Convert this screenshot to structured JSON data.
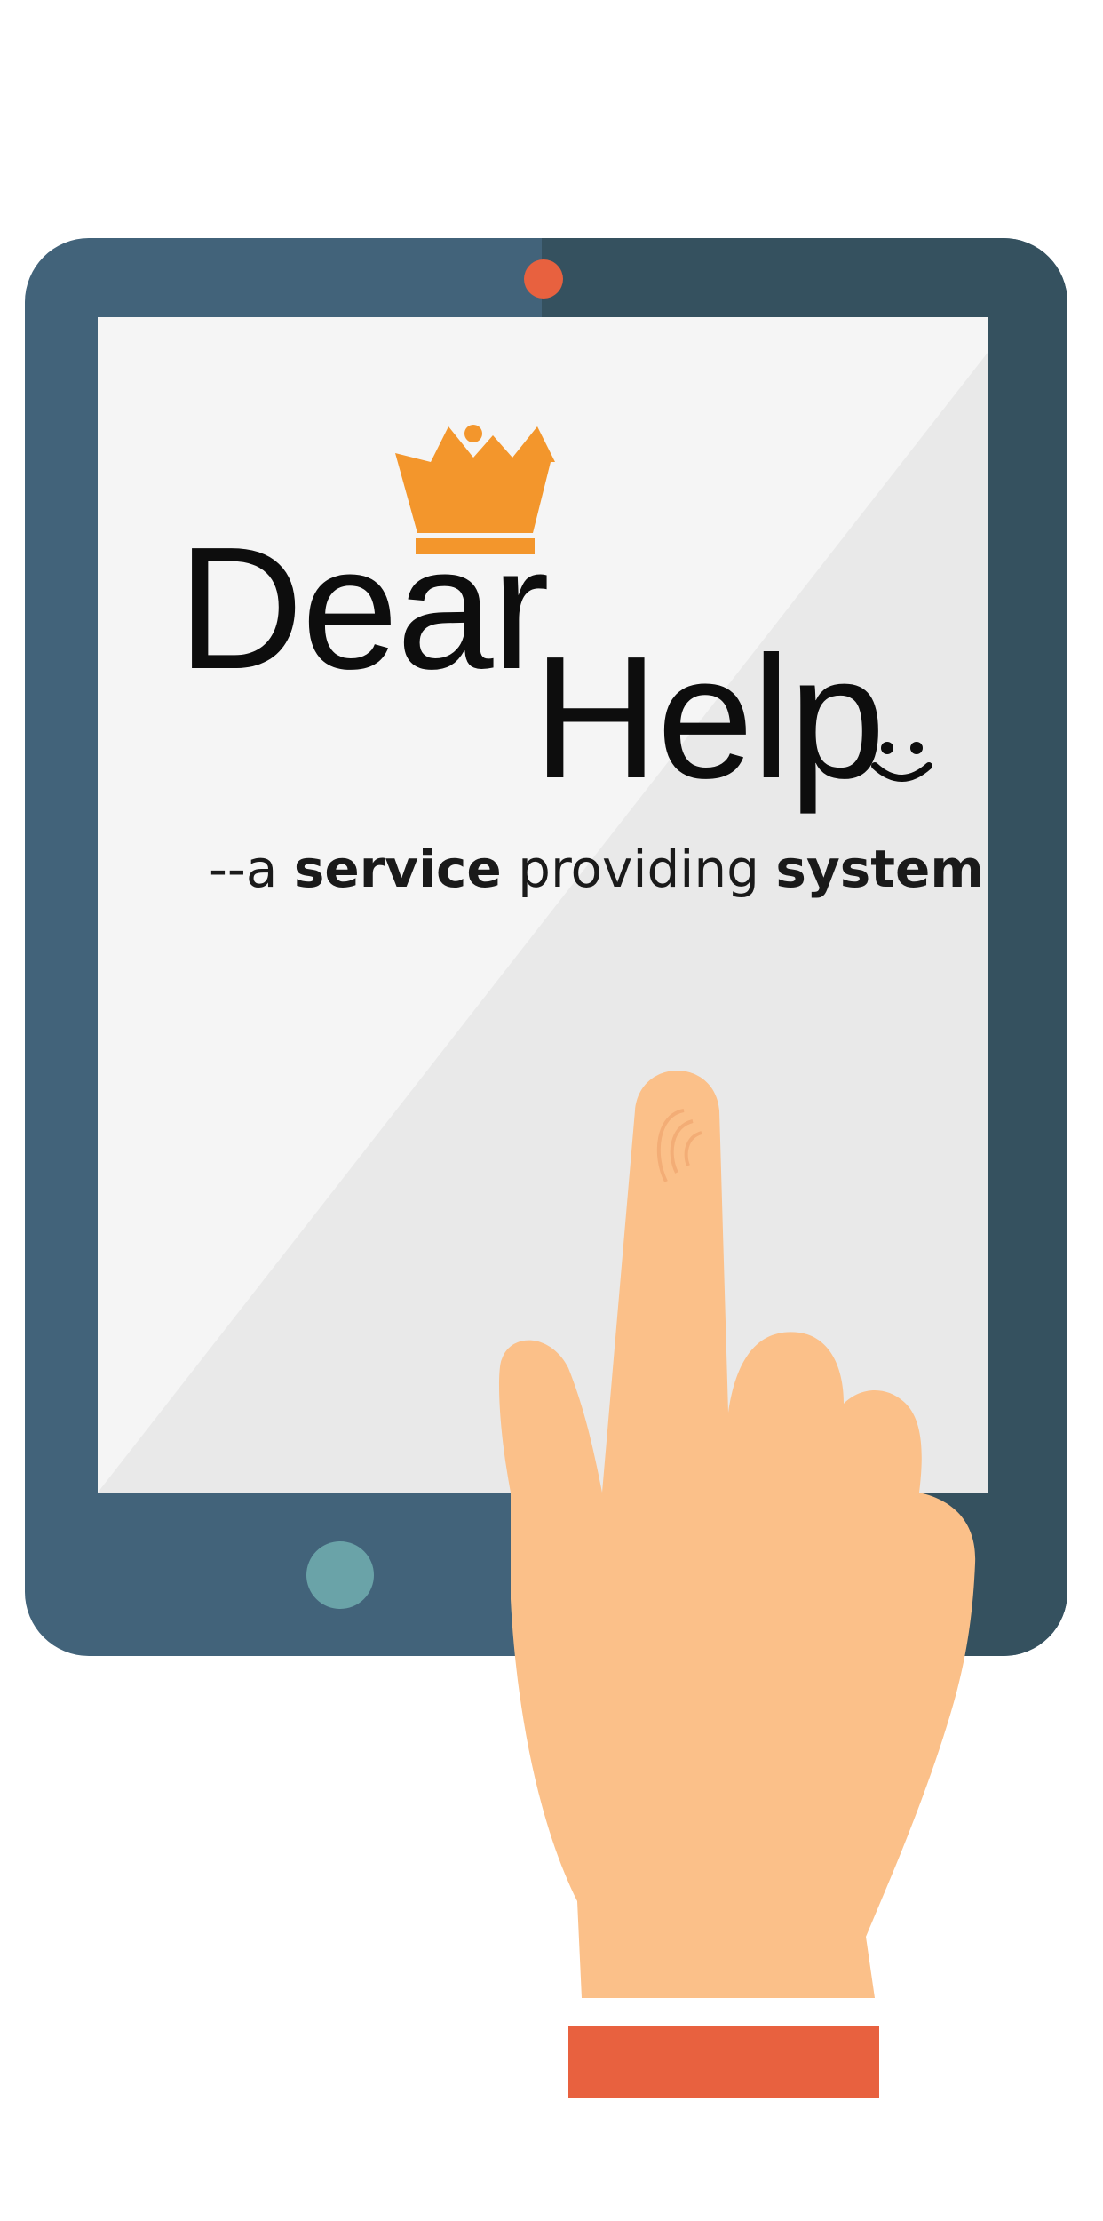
{
  "splash": {
    "brand_word_1": "Dear",
    "brand_word_2": "Help",
    "tagline": {
      "prefix": "--a ",
      "service": "service",
      "providing": " providing ",
      "system": "system"
    }
  },
  "colors": {
    "tablet_frame": "#42637a",
    "tablet_frame_dark": "#35515f",
    "screen": "#f5f5f5",
    "screen_diagonal": "#e9e9e9",
    "camera": "#e8613f",
    "home_button": "#6aa3a8",
    "crown": "#f3962c",
    "hand": "#fbc089",
    "cuff": "#e8613f",
    "ink": "#0d0d0d"
  },
  "icons": {
    "crown": "crown-icon",
    "smiley": "smiley-icon",
    "camera": "camera-dot",
    "home_button": "home-button"
  }
}
